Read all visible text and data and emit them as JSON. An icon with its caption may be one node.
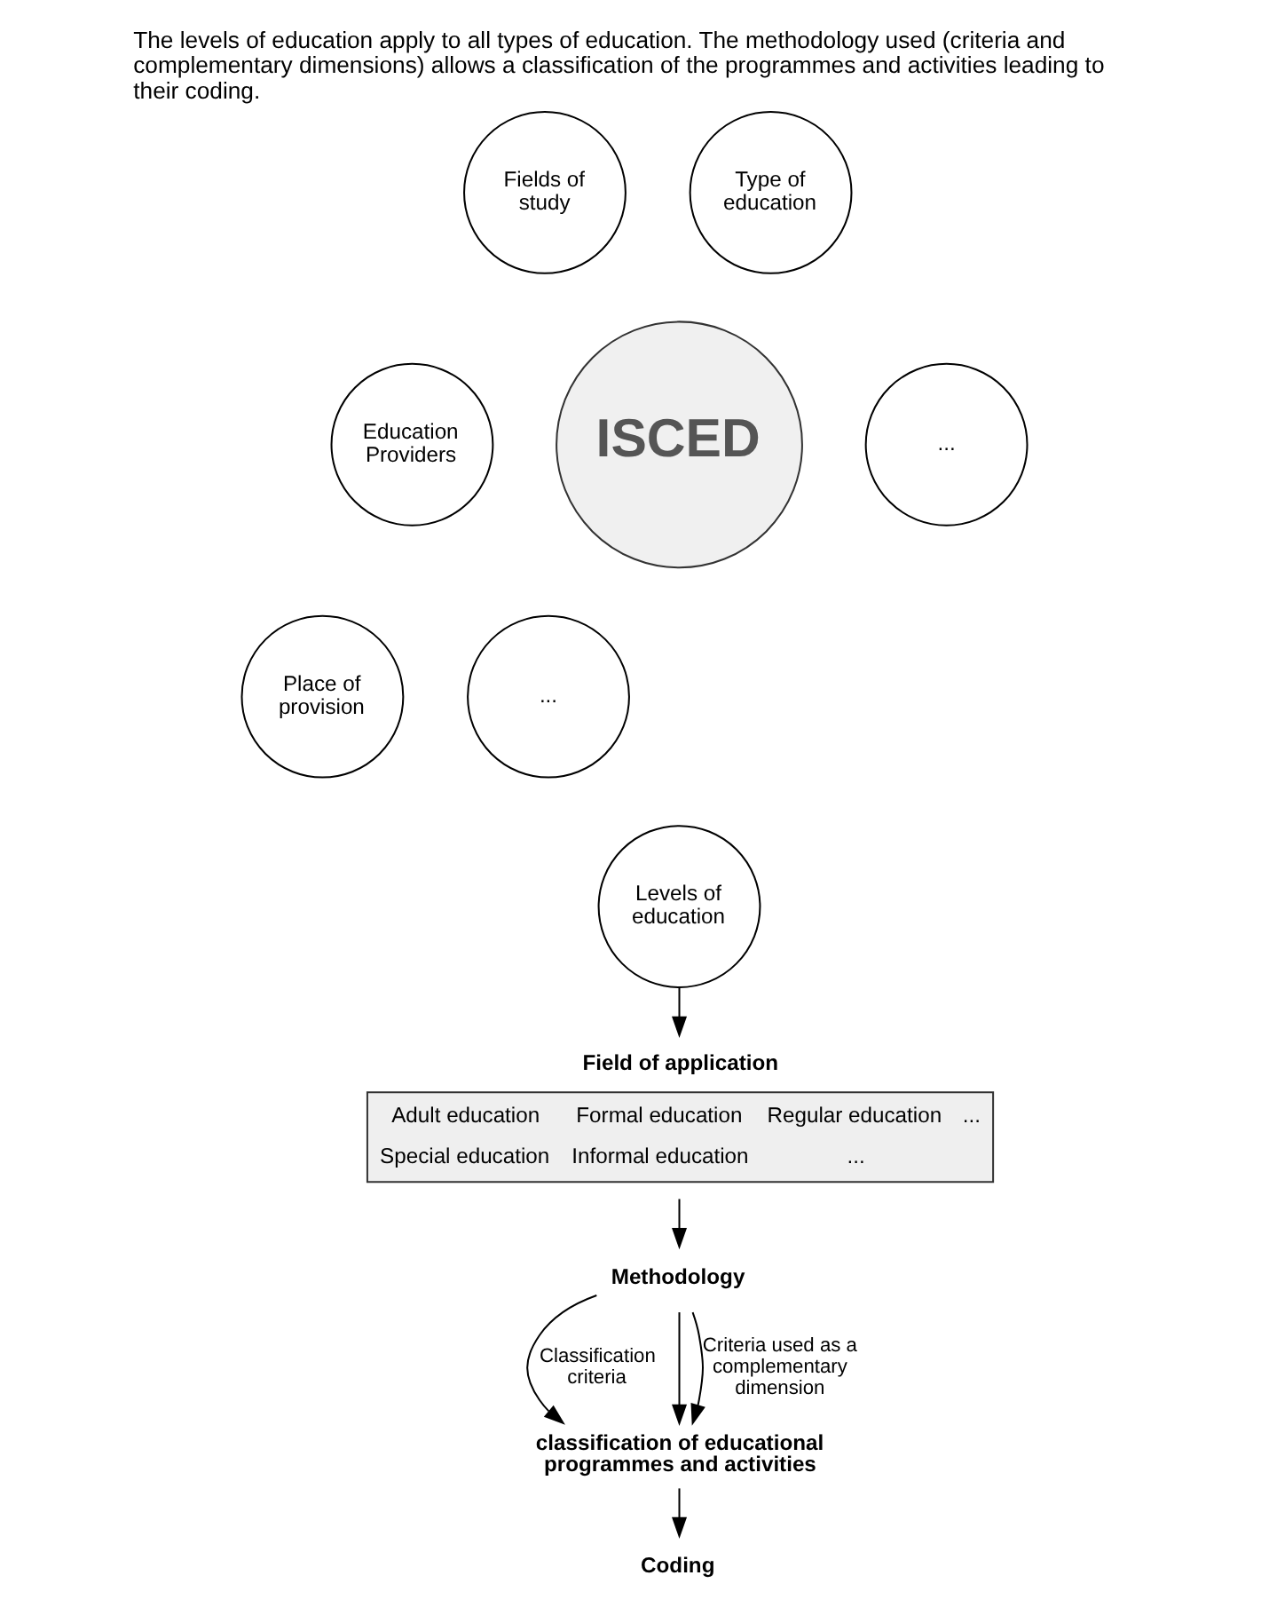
{
  "diagram": {
    "title": "The levels of education apply to all types of education. The methodology used (criteria and complementary dimensions) allows a classification of the programmes and activities leading to their coding.",
    "nodes": [
      {
        "text": [
          "Fields of study"
        ]
      },
      {
        "text": [
          "Type of education"
        ]
      },
      {
        "text": [
          "Education Providers"
        ]
      },
      {
        "text": [
          "ISCED"
        ]
      },
      {
        "text": [
          "..."
        ]
      },
      {
        "text": [
          "Place of provision"
        ]
      },
      {
        "text": [
          "..."
        ]
      },
      {
        "text": [
          "Levels of education"
        ]
      },
      {
        "text": [
          "Field of application",
          "Adult education",
          "Formal education",
          "Regular education",
          "...",
          "Special education",
          "Informal education",
          "..."
        ]
      },
      {
        "text": [
          "Methodology"
        ]
      },
      {
        "text": [
          "classification of educational programmes and activities"
        ]
      },
      {
        "text": [
          "Coding"
        ]
      }
    ],
    "edges": [
      {
        "from": 7,
        "to": 8,
        "arrow": "to"
      },
      {
        "from": 8,
        "to": 9,
        "arrow": "to"
      },
      {
        "from": 9,
        "to": 10,
        "arrow": "to",
        "label": "Classification criteria"
      },
      {
        "from": 9,
        "to": 10,
        "arrow": "to"
      },
      {
        "from": 9,
        "to": 10,
        "arrow": "to",
        "label": "Criteria used as a complementary dimension"
      },
      {
        "from": 10,
        "to": 11,
        "arrow": "to"
      }
    ]
  }
}
